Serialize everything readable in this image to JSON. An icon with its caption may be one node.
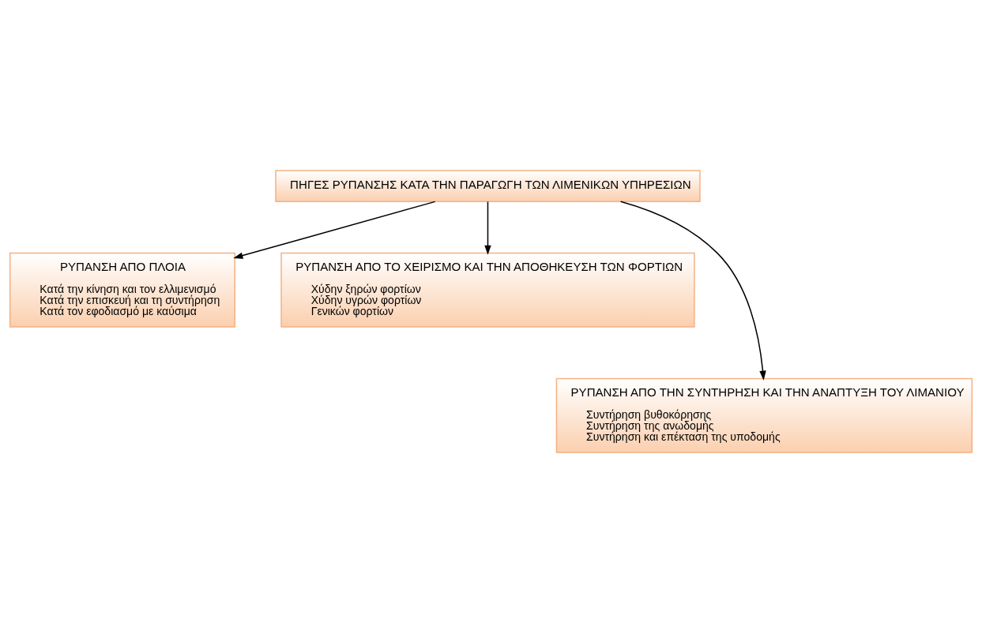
{
  "diagram": {
    "nodes": [
      {
        "text": [
          "ΠΗΓΕΣ ΡΥΠΑΝΣΗΣ ΚΑΤΑ ΤΗΝ ΠΑΡΑΓΩΓΗ ΤΩΝ ΛΙΜΕΝΙΚΩΝ ΥΠΗΡΕΣΙΩΝ"
        ]
      },
      {
        "text": [
          "ΡΥΠΑΝΣΗ ΑΠΟ ΠΛΟΙΑ",
          "Κατά την κίνηση και τον ελλιμενισμό",
          "Κατά την επισκευή και τη συντήρηση",
          "Κατά τον εφοδιασμό με καύσιμα"
        ]
      },
      {
        "text": [
          "ΡΥΠΑΝΣΗ ΑΠΟ ΤΟ ΧΕΙΡΙΣΜΟ ΚΑΙ ΤΗΝ ΑΠΟΘΗΚΕΥΣΗ ΤΩΝ ΦΟΡΤΙΩΝ",
          "Χύδην ξηρών φορτίων",
          "Χύδην υγρών φορτίων",
          "Γενικών φορτίων"
        ]
      },
      {
        "text": [
          "ΡΥΠΑΝΣΗ ΑΠΟ ΤΗΝ ΣΥΝΤΗΡΗΣΗ ΚΑΙ ΤΗΝ ΑΝΑΠΤΥΞΗ ΤΟΥ ΛΙΜΑΝΙΟΥ",
          "Συντήρηση βυθοκόρησης",
          "Συντήρηση της ανωδομής",
          "Συντήρηση και επέκταση της υποδομής"
        ]
      }
    ],
    "edges": [
      {
        "from": 0,
        "to": 1,
        "arrow": "to"
      },
      {
        "from": 0,
        "to": 3,
        "arrow": "to"
      },
      {
        "from": 0,
        "to": 2,
        "arrow": "to"
      }
    ]
  }
}
